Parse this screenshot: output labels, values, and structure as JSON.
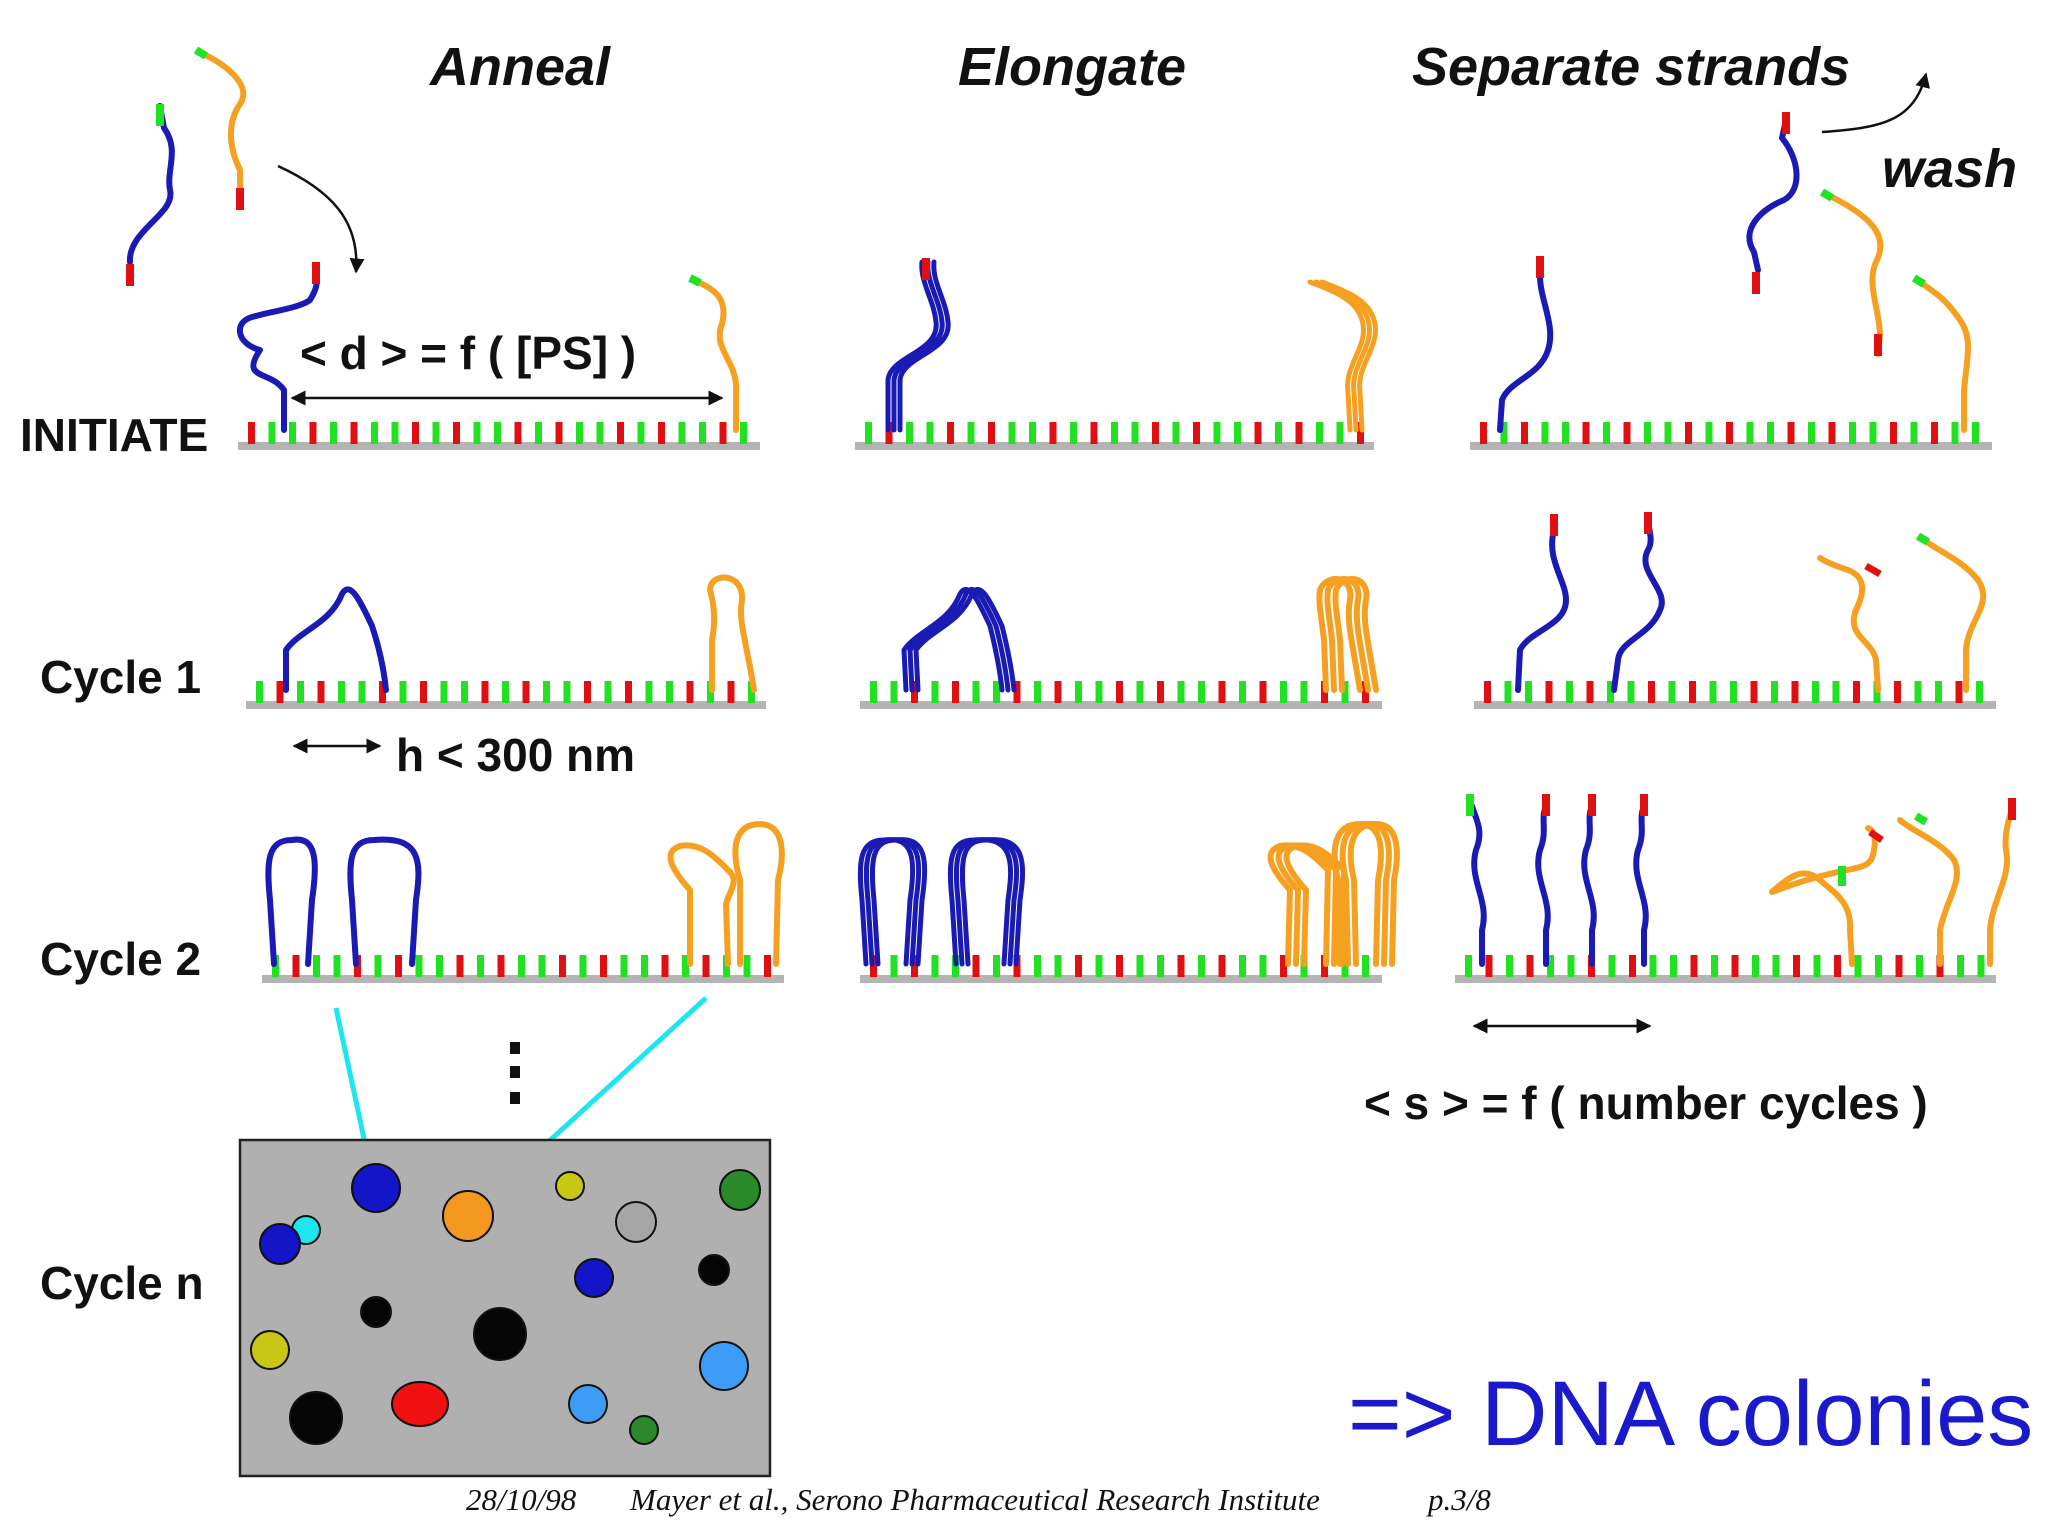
{
  "headers": {
    "anneal": "Anneal",
    "elongate": "Elongate",
    "separate": "Separate strands",
    "wash": "wash"
  },
  "rows": {
    "initiate": "INITIATE",
    "cycle1": "Cycle 1",
    "cycle2": "Cycle 2",
    "cyclen": "Cycle n"
  },
  "equations": {
    "distance": "< d > = f ( [PS] )",
    "height": "h < 300 nm",
    "spacing": "< s > = f ( number cycles )"
  },
  "conclusion": "=> DNA colonies",
  "footer": {
    "date": "28/10/98",
    "citation": "Mayer et al., Serono Pharmaceutical Research Institute",
    "page": "p.3/8"
  },
  "colors": {
    "strand_blue": "#1a1ab4",
    "strand_orange": "#f5a020",
    "primer_red": "#e01010",
    "primer_green": "#22e022",
    "surface_gray": "#b4b4b4",
    "arrow_cyan": "#1ee6f0",
    "conclusion_blue": "#1a1acc"
  },
  "colony_colors": [
    "blue",
    "cyan",
    "orange",
    "yellow",
    "gray",
    "green",
    "black",
    "red",
    "light-blue"
  ]
}
